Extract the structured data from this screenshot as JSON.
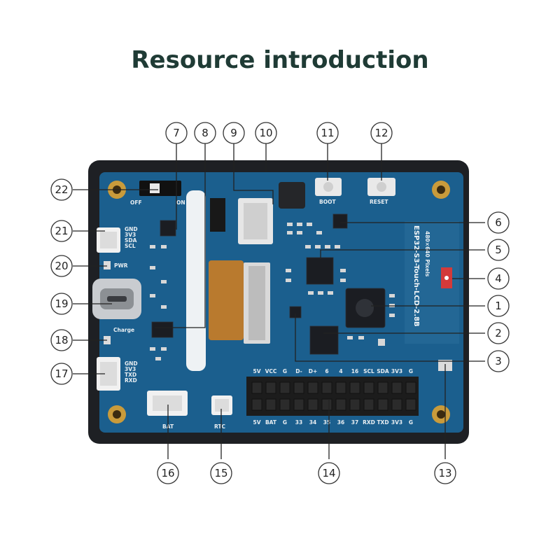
{
  "title": "Resource introduction",
  "board": {
    "model_label": "ESP32-S3-Touch-LCD-2.8B",
    "resolution_label": "480×640 Pixels",
    "buttons": {
      "boot": "BOOT",
      "reset": "RESET"
    },
    "switch": {
      "off": "OFF",
      "on": "ON"
    },
    "connectors": {
      "i2c": [
        "GND",
        "3V3",
        "SDA",
        "SCL"
      ],
      "pwr": "PWR",
      "charge": "Charge",
      "uart": [
        "GND",
        "3V3",
        "TXD",
        "RXD"
      ],
      "bat": "BAT",
      "rtc": "RTC"
    },
    "header_top": [
      "5V",
      "VCC",
      "G",
      "D-",
      "D+",
      "6",
      "4",
      "16",
      "SCL",
      "SDA",
      "3V3",
      "G"
    ],
    "header_bottom": [
      "5V",
      "BAT",
      "G",
      "33",
      "34",
      "35",
      "36",
      "37",
      "RXD",
      "TXD",
      "3V3",
      "G"
    ]
  },
  "callouts": [
    "1",
    "2",
    "3",
    "4",
    "5",
    "6",
    "7",
    "8",
    "9",
    "10",
    "11",
    "12",
    "13",
    "14",
    "15",
    "16",
    "17",
    "18",
    "19",
    "20",
    "21",
    "22"
  ],
  "colors": {
    "pcb": "#1b5f8e",
    "frame": "#1e2024",
    "title": "#1f3b35",
    "ffc": "#b97a2e",
    "header": "#1c1c1c"
  }
}
